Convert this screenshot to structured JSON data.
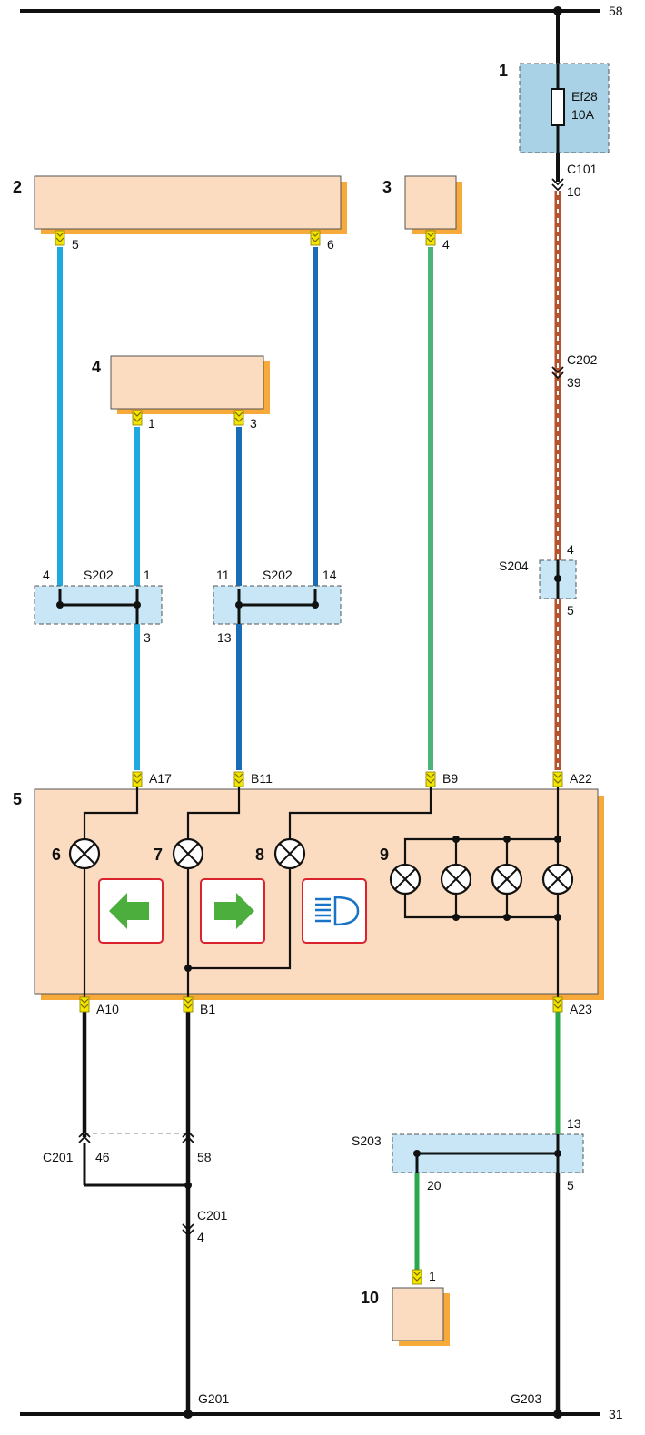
{
  "rails": {
    "top_label": "58",
    "bottom_label": "31"
  },
  "components": {
    "c1": {
      "number": "1",
      "fuse_name": "Ef28",
      "fuse_rating": "10A"
    },
    "c2": {
      "number": "2"
    },
    "c3": {
      "number": "3"
    },
    "c4": {
      "number": "4"
    },
    "c5": {
      "number": "5"
    },
    "c6": {
      "number": "6"
    },
    "c7": {
      "number": "7"
    },
    "c8": {
      "number": "8"
    },
    "c9": {
      "number": "9"
    },
    "c10": {
      "number": "10"
    }
  },
  "pins": {
    "c2_left": "5",
    "c2_right": "6",
    "c3": "4",
    "c4_left": "1",
    "c4_right": "3",
    "c10": "1",
    "a17": "A17",
    "b11": "B11",
    "b9": "B9",
    "a22": "A22",
    "a10": "A10",
    "b1": "B1",
    "a23": "A23"
  },
  "connectors": {
    "c101": "C101",
    "c101_pin": "10",
    "c202": "C202",
    "c202_pin": "39",
    "c201_a": "C201",
    "c201_a_pin1": "46",
    "c201_a_pin2": "58",
    "c201_b": "C201",
    "c201_b_pin": "4"
  },
  "splices": {
    "s202_left": {
      "name": "S202",
      "p_in1": "4",
      "p_in2": "1",
      "p_out": "3"
    },
    "s202_right": {
      "name": "S202",
      "p_in1": "11",
      "p_in2": "14",
      "p_out": "13"
    },
    "s204": {
      "name": "S204",
      "p_in": "4",
      "p_out": "5"
    },
    "s203": {
      "name": "S203",
      "p_in": "13",
      "p_out1": "20",
      "p_out2": "5"
    }
  },
  "grounds": {
    "g201": "G201",
    "g203": "G203"
  },
  "icons": [
    "turn-left-arrow-icon",
    "turn-right-arrow-icon",
    "high-beam-icon",
    "lamp-icon"
  ],
  "colors": {
    "wire_light_blue": "#1ea9e1",
    "wire_dark_blue": "#1a6db5",
    "wire_green_light": "#4db37a",
    "wire_green": "#2aa84a",
    "wire_brown": "#b4532e",
    "wire_black": "#111111",
    "component_fill": "#fcdcc0",
    "component_shadow": "#f7a93a",
    "splice_fill": "#c8e6f5",
    "fuse_fill": "#a9d2e6",
    "pin_yellow": "#f2e600",
    "icon_green": "#4caf3d",
    "icon_blue": "#1a73c7",
    "icon_frame_red": "#d9232d"
  }
}
